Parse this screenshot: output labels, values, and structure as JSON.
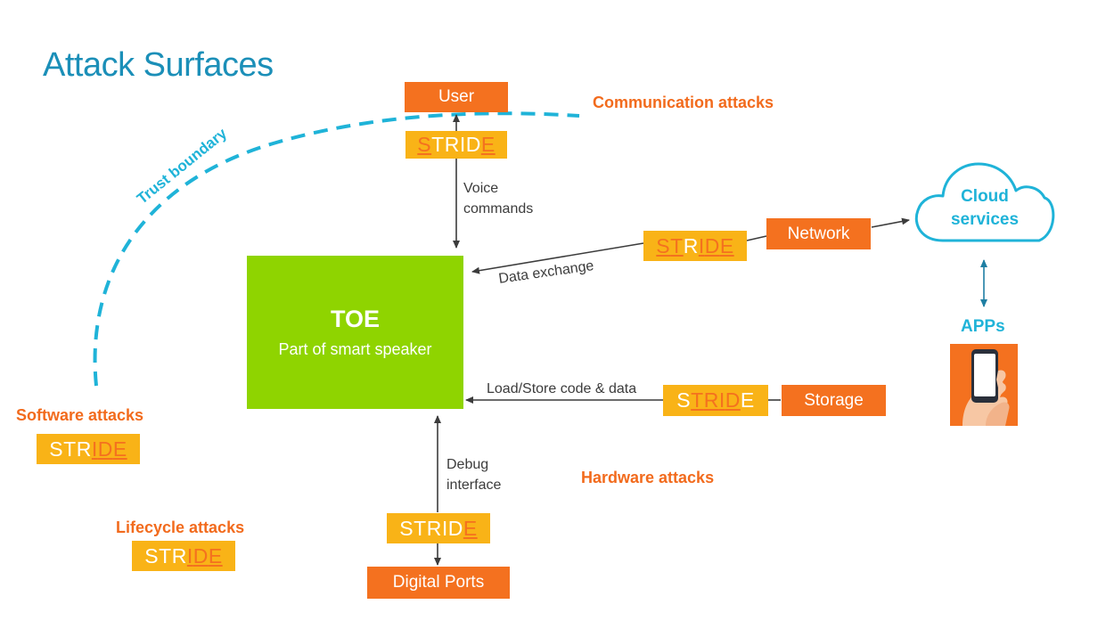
{
  "title": "Attack Surfaces",
  "colors": {
    "title": "#1b8fb8",
    "orange": "#f4711f",
    "stride_bg": "#f9b317",
    "toe_green": "#8fd400",
    "cloud_blue": "#1fb3d8",
    "arrow": "#3c3c3c"
  },
  "nodes": {
    "user": "User",
    "toe_title": "TOE",
    "toe_subtitle": "Part of smart speaker",
    "network": "Network",
    "storage": "Storage",
    "digital_ports": "Digital Ports",
    "cloud_line1": "Cloud",
    "cloud_line2": "services",
    "apps": "APPs"
  },
  "edges": {
    "voice_line1": "Voice",
    "voice_line2": "commands",
    "data_exchange": "Data exchange",
    "load_store": "Load/Store code & data",
    "debug_line1": "Debug",
    "debug_line2": "interface"
  },
  "attacks": {
    "communication": "Communication attacks",
    "software": "Software attacks",
    "hardware": "Hardware attacks",
    "lifecycle": "Lifecycle attacks",
    "trust_boundary": "Trust boundary"
  },
  "stride_badges": [
    {
      "id": "user",
      "highlighted": [
        "S",
        "E"
      ]
    },
    {
      "id": "network",
      "highlighted": [
        "S",
        "T",
        "I",
        "D",
        "E"
      ]
    },
    {
      "id": "storage",
      "highlighted": [
        "T",
        "R",
        "I",
        "D"
      ]
    },
    {
      "id": "software",
      "highlighted": [
        "I",
        "D",
        "E"
      ]
    },
    {
      "id": "debug",
      "highlighted": [
        "E"
      ]
    },
    {
      "id": "lifecycle",
      "highlighted": [
        "I",
        "D",
        "E"
      ]
    }
  ],
  "icons": [
    "phone-in-hand-icon",
    "cloud-icon"
  ]
}
